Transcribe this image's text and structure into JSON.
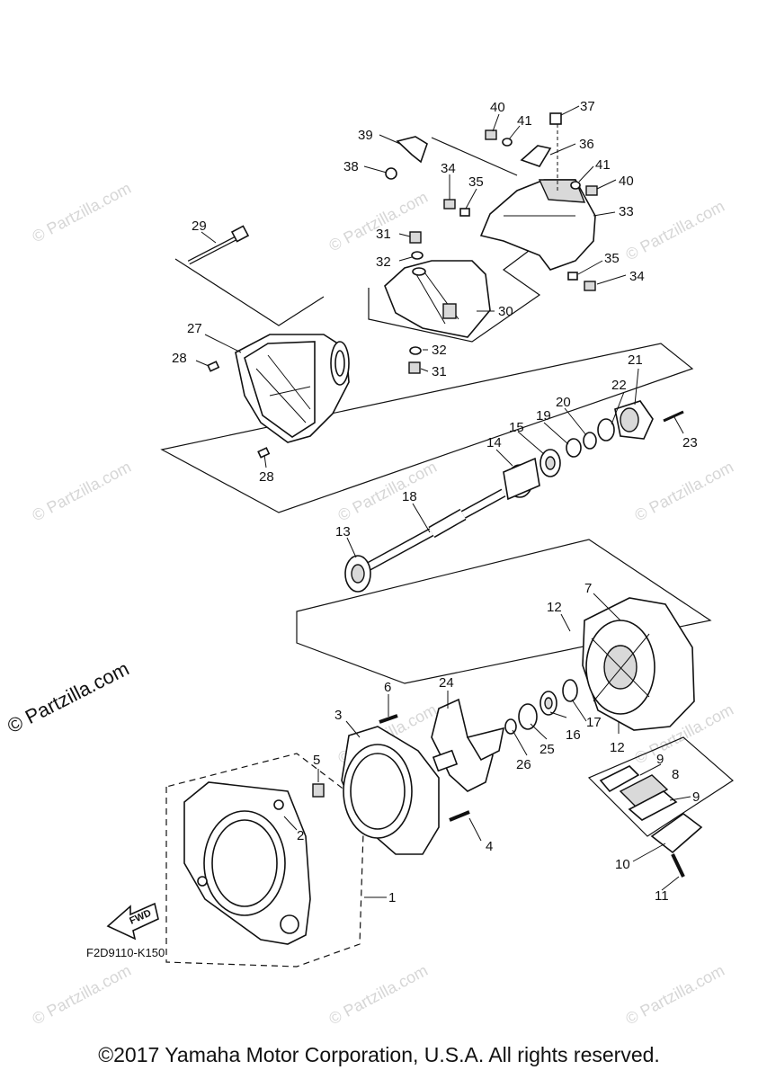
{
  "diagram": {
    "code": "F2D9110-K150",
    "copyright": "©2017 Yamaha Motor Corporation, U.S.A. All rights reserved.",
    "side_watermark": "© Partzilla.com",
    "watermark": "© Partzilla.com",
    "fwd_label": "FWD",
    "callouts": [
      "1",
      "2",
      "3",
      "4",
      "5",
      "6",
      "7",
      "8",
      "9",
      "10",
      "11",
      "12",
      "13",
      "14",
      "15",
      "16",
      "17",
      "18",
      "19",
      "20",
      "21",
      "22",
      "23",
      "24",
      "25",
      "26",
      "27",
      "28",
      "29",
      "30",
      "31",
      "32",
      "33",
      "34",
      "35",
      "36",
      "37",
      "38",
      "39",
      "40",
      "41"
    ],
    "callout_9b": "9",
    "callout_12b": "12",
    "callout_28b": "28",
    "callout_31b": "31",
    "callout_32b": "32",
    "callout_34b": "34",
    "callout_35b": "35",
    "callout_40b": "40",
    "callout_41b": "41"
  }
}
